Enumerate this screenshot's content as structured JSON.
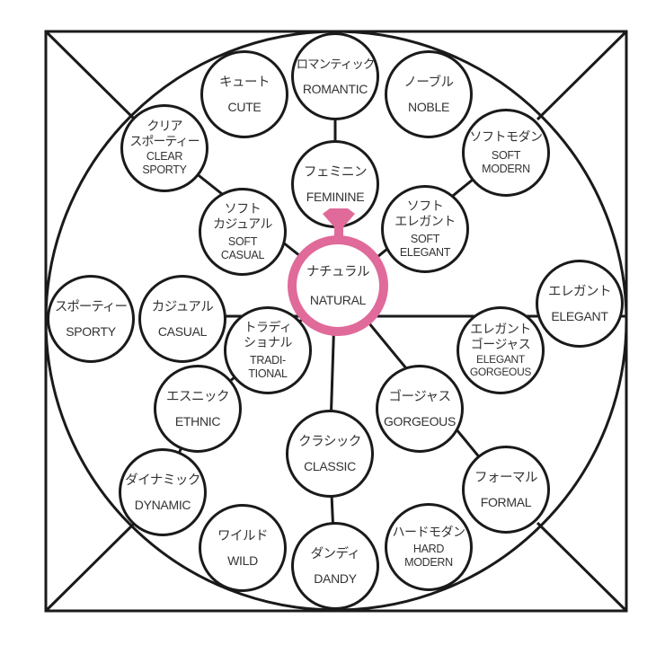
{
  "diagram": {
    "type": "image-map",
    "highlight_color": "#e06a9a",
    "line_color": "#1a1a1a",
    "highlighted_node": "natural",
    "highlight_icon": "ring-icon",
    "nodes": {
      "cute": {
        "jp": "キュート",
        "en": "CUTE"
      },
      "romantic": {
        "jp": "ロマンティック",
        "en": "ROMANTIC"
      },
      "noble": {
        "jp": "ノーブル",
        "en": "NOBLE"
      },
      "clear_sporty": {
        "jp": "クリア\nスポーティー",
        "en": "CLEAR\nSPORTY"
      },
      "soft_modern": {
        "jp": "ソフトモダン",
        "en": "SOFT\nMODERN"
      },
      "feminine": {
        "jp": "フェミニン",
        "en": "FEMININE"
      },
      "soft_casual": {
        "jp": "ソフト\nカジュアル",
        "en": "SOFT\nCASUAL"
      },
      "soft_elegant": {
        "jp": "ソフト\nエレガント",
        "en": "SOFT\nELEGANT"
      },
      "natural": {
        "jp": "ナチュラル",
        "en": "NATURAL"
      },
      "elegant": {
        "jp": "エレガント",
        "en": "ELEGANT"
      },
      "sporty": {
        "jp": "スポーティー",
        "en": "SPORTY"
      },
      "casual": {
        "jp": "カジュアル",
        "en": "CASUAL"
      },
      "traditional": {
        "jp": "トラディ\nショナル",
        "en": "TRADI-\nTIONAL"
      },
      "elegant_gorgeous": {
        "jp": "エレガント\nゴージャス",
        "en": "ELEGANT\nGORGEOUS"
      },
      "ethnic": {
        "jp": "エスニック",
        "en": "ETHNIC"
      },
      "gorgeous": {
        "jp": "ゴージャス",
        "en": "GORGEOUS"
      },
      "classic": {
        "jp": "クラシック",
        "en": "CLASSIC"
      },
      "formal": {
        "jp": "フォーマル",
        "en": "FORMAL"
      },
      "dynamic": {
        "jp": "ダイナミック",
        "en": "DYNAMIC"
      },
      "wild": {
        "jp": "ワイルド",
        "en": "WILD"
      },
      "dandy": {
        "jp": "ダンディ",
        "en": "DANDY"
      },
      "hard_modern": {
        "jp": "ハードモダン",
        "en": "HARD\nMODERN"
      }
    }
  }
}
